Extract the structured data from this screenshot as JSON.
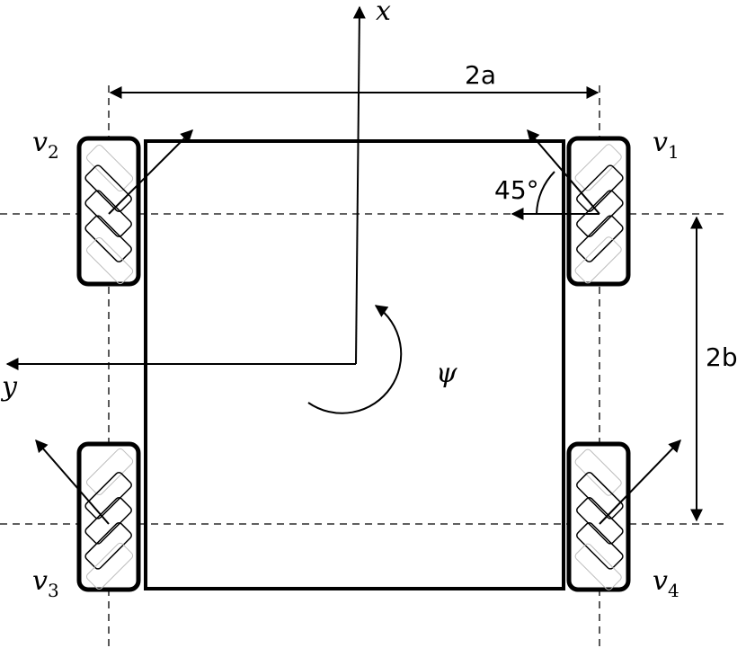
{
  "labels": {
    "x_axis": "x",
    "y_axis": "y",
    "width": "2a",
    "height": "2b",
    "angle": "45°",
    "rotation": "ψ",
    "wheels": {
      "v1": {
        "base": "v",
        "sub": "1"
      },
      "v2": {
        "base": "v",
        "sub": "2"
      },
      "v3": {
        "base": "v",
        "sub": "3"
      },
      "v4": {
        "base": "v",
        "sub": "4"
      }
    }
  }
}
